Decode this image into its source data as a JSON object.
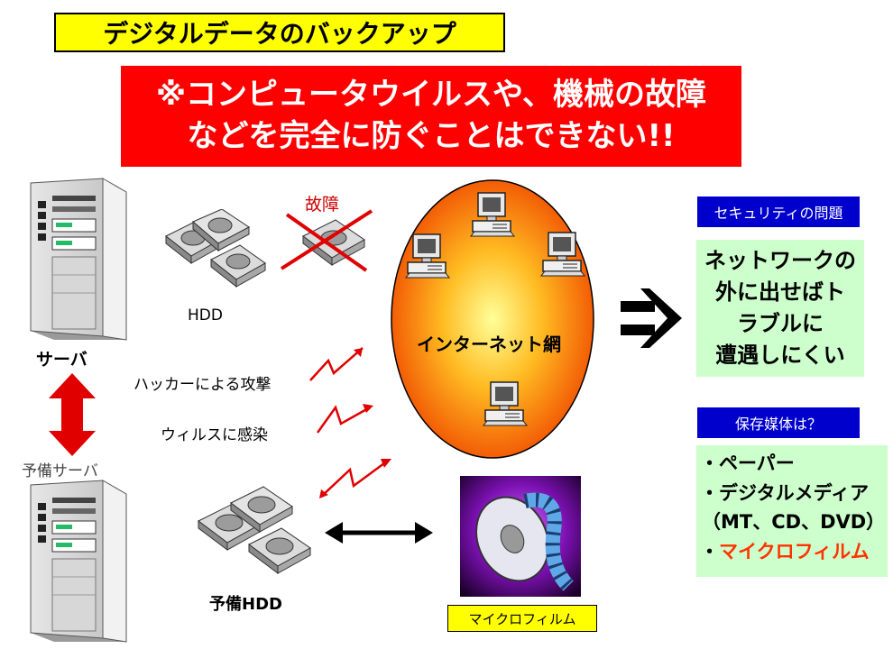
{
  "title": "デジタルデータのバックアップ",
  "warning": {
    "line1": "※コンピュータウイルスや、機械の故障",
    "line2": "などを完全に防ぐことはできない!!"
  },
  "server_label": "サーバ",
  "backup_server_label": "予備サーバ",
  "hdd_label": "HDD",
  "backup_hdd_label": "予備HDD",
  "failure_label": "故障",
  "hacker_label": "ハッカーによる攻撃",
  "virus_label": "ウィルスに感染",
  "internet_label": "インターネット網",
  "security": {
    "header": "セキュリティの問題",
    "lines": [
      "ネットワークの",
      "外に出せばト",
      "ラブルに",
      "遭遇しにくい"
    ]
  },
  "media": {
    "header": "保存媒体は？",
    "items": [
      "・ペーパー",
      "・デジタルメディア",
      "（MT、CD、DVD）",
      "・マイクロフィルム"
    ],
    "highlight_color": "#ff3300"
  },
  "microfilm_caption": "マイクロフィルム",
  "colors": {
    "title_bg": "#ffff00",
    "warning_bg": "#ff0000",
    "header_bg": "#0000cc",
    "box_bg": "#ccffcc",
    "arrow_red": "#e00000"
  }
}
